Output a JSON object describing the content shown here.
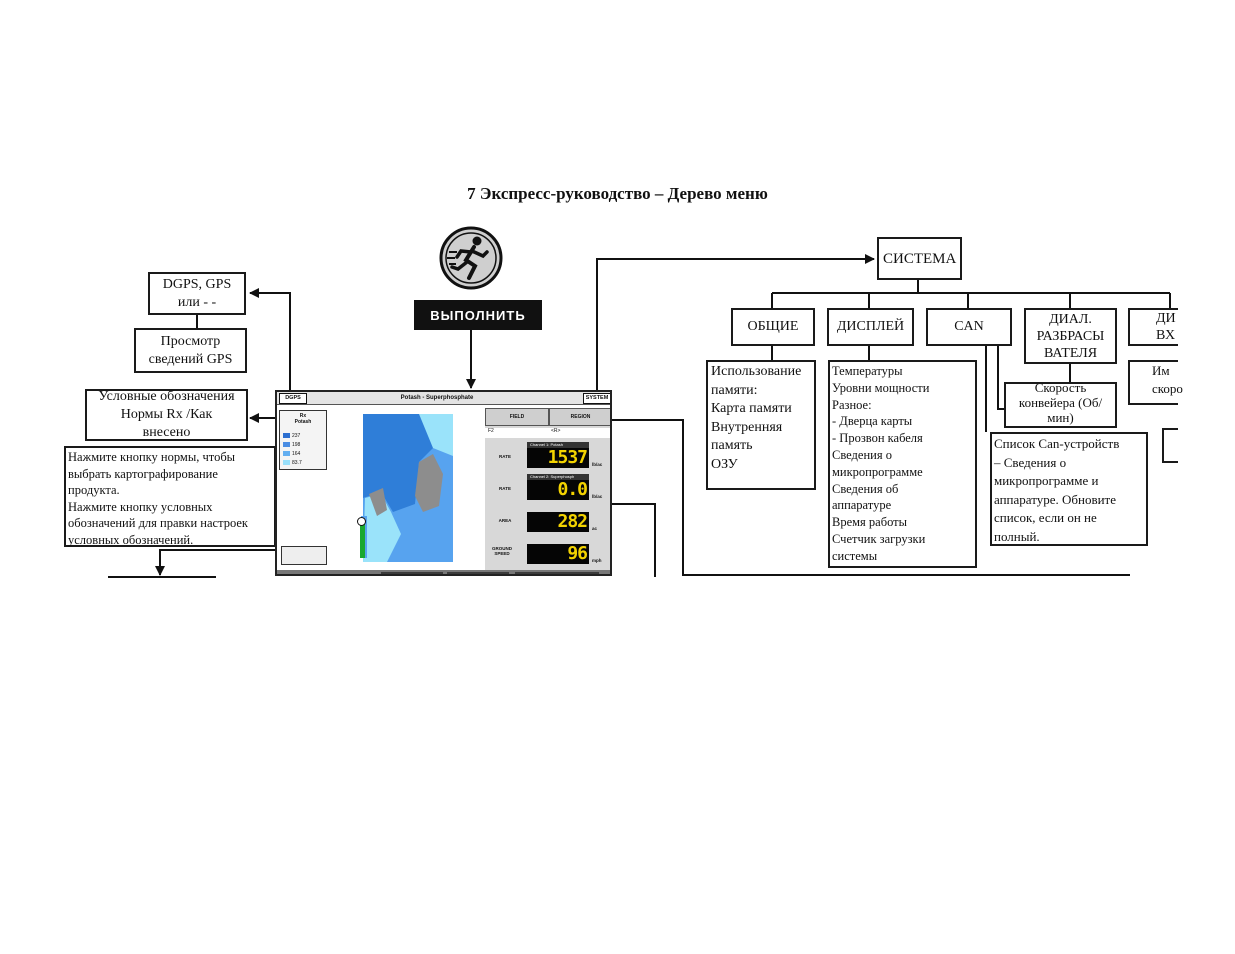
{
  "page_title": "7 Экспресс-руководство – Дерево меню",
  "run_label": "ВЫПОЛНИТЬ",
  "left_boxes": {
    "gps_source": [
      "DGPS, GPS",
      "или - -"
    ],
    "gps_info": [
      "Просмотр",
      "сведений GPS"
    ],
    "legend": [
      "Условные обозначения",
      "Нормы Rx /Как",
      "внесено"
    ],
    "rate_hint": [
      "Нажмите кнопку нормы, чтобы",
      "выбрать картографирование",
      "продукта.",
      "Нажмите кнопку условных",
      "обозначений для правки настроек",
      "условных обозначений."
    ]
  },
  "system": {
    "label": "СИСТЕМА",
    "tabs": {
      "general": "ОБЩИЕ",
      "display": "ДИСПЛЕЙ",
      "can": "CAN",
      "spreader": [
        "ДИАЛ.",
        "РАЗБРАСЫ",
        "ВАТЕЛЯ"
      ],
      "inputs_partial": [
        "ДИ",
        "ВХ"
      ]
    },
    "general_items": [
      "Использование",
      "памяти:",
      "Карта памяти",
      "Внутренняя",
      "память",
      "ОЗУ"
    ],
    "display_items": [
      "Температуры",
      "Уровни мощности",
      "Разное:",
      " - Дверца карты",
      " - Прозвон кабеля",
      "Сведения о",
      "микропрограмме",
      "Сведения об",
      "аппаратуре",
      "Время работы",
      "Счетчик загрузки",
      "системы"
    ],
    "conveyor_speed": [
      "Скорость",
      "конвейера (Об/",
      "мин)"
    ],
    "can_list": [
      "Список Can-устройств",
      "– Сведения о",
      "микропрограмме и",
      "аппаратуре. Обновите",
      "список, если он не",
      "полный."
    ],
    "inputs_partial_items": [
      "Им",
      "скоро"
    ]
  },
  "screen": {
    "top_left_btn": "DGPS",
    "top_title": "Potash - Superphosphate",
    "top_right_btn": "SYSTEM",
    "legend_header": [
      "Rx",
      "Potash"
    ],
    "legend_entries": [
      {
        "value": "237",
        "color": "#2c6fd0"
      },
      {
        "value": "198",
        "color": "#4a8de3"
      },
      {
        "value": "164",
        "color": "#63aef0"
      },
      {
        "value": "83.7",
        "color": "#98e0fb"
      }
    ],
    "tab_field": "FIELD",
    "tab_region": "REGION",
    "field_value": "F2",
    "region_value": "<R>",
    "rows": [
      {
        "label": "RATE",
        "caption": "Channel 1: Potash",
        "value": "1537",
        "unit": "lb/ac"
      },
      {
        "label": "RATE",
        "caption": "Channel 2: Superphosph",
        "value": "0.0",
        "unit": "lb/ac"
      },
      {
        "label": "AREA",
        "caption": "",
        "value": "282",
        "unit": "ac"
      },
      {
        "label": "GROUND SPEED",
        "caption": "",
        "value": "96",
        "unit": "mph"
      }
    ],
    "colors": {
      "map_dark": "#2f7ed8",
      "map_mid": "#57a3ef",
      "map_light": "#9ae3fa",
      "map_gray": "#8d8d8d",
      "lcd": "#f3d300"
    }
  }
}
